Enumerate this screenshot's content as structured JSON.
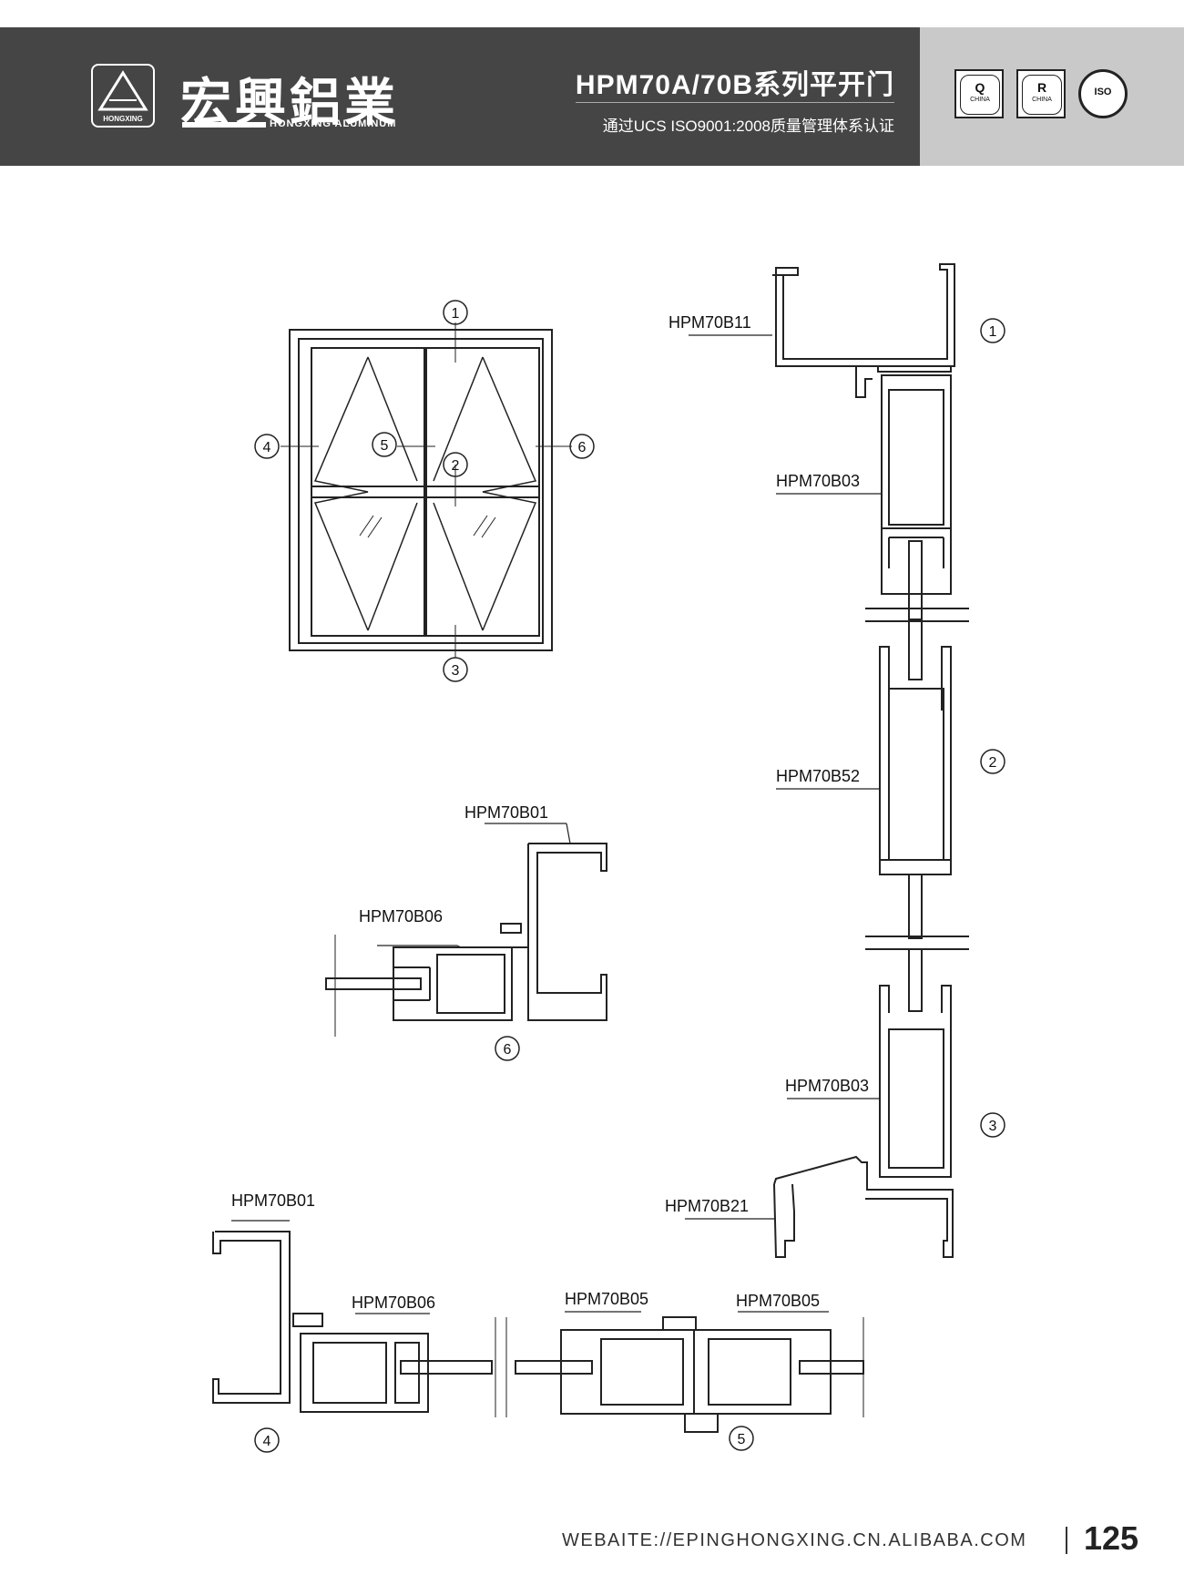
{
  "header": {
    "brand_cn": "宏興鋁業",
    "brand_en": "HONGXING ALUMINUM",
    "logo_text": "HONGXING",
    "series_title": "HPM70A/70B系列平开门",
    "certification": "通过UCS ISO9001:2008质量管理体系认证",
    "badges": [
      {
        "letter": "Q",
        "sub": "CHINA"
      },
      {
        "letter": "R",
        "sub": "CHINA"
      },
      {
        "letter": "ISO",
        "sub": ""
      }
    ]
  },
  "elevation": {
    "markers": [
      "1",
      "2",
      "3",
      "4",
      "5",
      "6"
    ]
  },
  "sections": {
    "right_column": {
      "labels": [
        "HPM70B11",
        "HPM70B03",
        "HPM70B52",
        "HPM70B03",
        "HPM70B21"
      ],
      "markers": [
        "1",
        "2",
        "3"
      ]
    },
    "section_6": {
      "labels": [
        "HPM70B01",
        "HPM70B06"
      ],
      "marker": "6"
    },
    "section_4": {
      "labels": [
        "HPM70B01",
        "HPM70B06"
      ],
      "marker": "4"
    },
    "section_5": {
      "labels": [
        "HPM70B05",
        "HPM70B05"
      ],
      "marker": "5"
    }
  },
  "footer": {
    "website": "WEBAITE://EPINGHONGXING.CN.ALIBABA.COM",
    "page_number": "125"
  }
}
